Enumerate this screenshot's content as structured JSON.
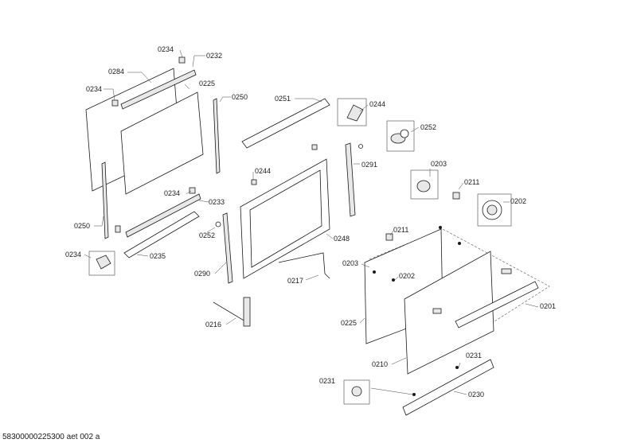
{
  "part_labels": {
    "p0234a": "0234",
    "p0232": "0232",
    "p0284": "0284",
    "p0234b": "0234",
    "p0225a": "0225",
    "p0250a": "0250",
    "p0251": "0251",
    "p0244a": "0244",
    "p0252a": "0252",
    "p0244b": "0244",
    "p0291": "0291",
    "p0203a": "0203",
    "p0211a": "0211",
    "p0202a": "0202",
    "p0234c": "0234",
    "p0233": "0233",
    "p0250b": "0250",
    "p0252b": "0252",
    "p0234d": "0234",
    "p0235": "0235",
    "p0248": "0248",
    "p0211b": "0211",
    "p0203b": "0203",
    "p0202b": "0202",
    "p0290": "0290",
    "p0217": "0217",
    "p0225b": "0225",
    "p0201": "0201",
    "p0216": "0216",
    "p0231a": "0231",
    "p0210": "0210",
    "p0231b": "0231",
    "p0230": "0230"
  },
  "footer": {
    "drawing_id": "58300000225300 aet 002 a"
  },
  "colors": {
    "line": "#1a1a1a",
    "background": "#ffffff"
  }
}
